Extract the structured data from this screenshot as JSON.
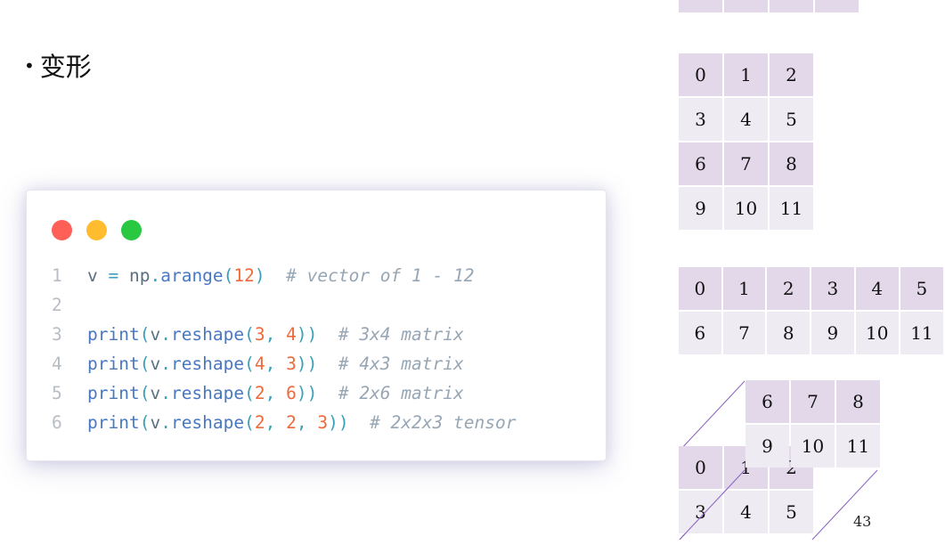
{
  "slide": {
    "bullet": "变形",
    "page_number": "43"
  },
  "code_window": {
    "lines": [
      {
        "num": "1",
        "tokens": [
          {
            "t": "v",
            "c": "id"
          },
          {
            "t": " = ",
            "c": "op"
          },
          {
            "t": "np",
            "c": "id"
          },
          {
            "t": ".",
            "c": "op"
          },
          {
            "t": "arange",
            "c": "fn"
          },
          {
            "t": "(",
            "c": "op"
          },
          {
            "t": "12",
            "c": "num"
          },
          {
            "t": ")",
            "c": "op"
          },
          {
            "t": "  # vector of 1 - 12",
            "c": "cm"
          }
        ]
      },
      {
        "num": "2",
        "tokens": []
      },
      {
        "num": "3",
        "tokens": [
          {
            "t": "print",
            "c": "fn"
          },
          {
            "t": "(",
            "c": "op"
          },
          {
            "t": "v",
            "c": "id"
          },
          {
            "t": ".",
            "c": "op"
          },
          {
            "t": "reshape",
            "c": "fn"
          },
          {
            "t": "(",
            "c": "op"
          },
          {
            "t": "3",
            "c": "num"
          },
          {
            "t": ", ",
            "c": "op"
          },
          {
            "t": "4",
            "c": "num"
          },
          {
            "t": "))",
            "c": "op"
          },
          {
            "t": "  # 3x4 matrix",
            "c": "cm"
          }
        ]
      },
      {
        "num": "4",
        "tokens": [
          {
            "t": "print",
            "c": "fn"
          },
          {
            "t": "(",
            "c": "op"
          },
          {
            "t": "v",
            "c": "id"
          },
          {
            "t": ".",
            "c": "op"
          },
          {
            "t": "reshape",
            "c": "fn"
          },
          {
            "t": "(",
            "c": "op"
          },
          {
            "t": "4",
            "c": "num"
          },
          {
            "t": ", ",
            "c": "op"
          },
          {
            "t": "3",
            "c": "num"
          },
          {
            "t": "))",
            "c": "op"
          },
          {
            "t": "  # 4x3 matrix",
            "c": "cm"
          }
        ]
      },
      {
        "num": "5",
        "tokens": [
          {
            "t": "print",
            "c": "fn"
          },
          {
            "t": "(",
            "c": "op"
          },
          {
            "t": "v",
            "c": "id"
          },
          {
            "t": ".",
            "c": "op"
          },
          {
            "t": "reshape",
            "c": "fn"
          },
          {
            "t": "(",
            "c": "op"
          },
          {
            "t": "2",
            "c": "num"
          },
          {
            "t": ", ",
            "c": "op"
          },
          {
            "t": "6",
            "c": "num"
          },
          {
            "t": "))",
            "c": "op"
          },
          {
            "t": "  # 2x6 matrix",
            "c": "cm"
          }
        ]
      },
      {
        "num": "6",
        "tokens": [
          {
            "t": "print",
            "c": "fn"
          },
          {
            "t": "(",
            "c": "op"
          },
          {
            "t": "v",
            "c": "id"
          },
          {
            "t": ".",
            "c": "op"
          },
          {
            "t": "reshape",
            "c": "fn"
          },
          {
            "t": "(",
            "c": "op"
          },
          {
            "t": "2",
            "c": "num"
          },
          {
            "t": ", ",
            "c": "op"
          },
          {
            "t": "2",
            "c": "num"
          },
          {
            "t": ", ",
            "c": "op"
          },
          {
            "t": "3",
            "c": "num"
          },
          {
            "t": "))",
            "c": "op"
          },
          {
            "t": "  # 2x2x3 tensor",
            "c": "cm"
          }
        ]
      }
    ]
  },
  "grids": {
    "grid_4x3": [
      [
        "0",
        "1",
        "2"
      ],
      [
        "3",
        "4",
        "5"
      ],
      [
        "6",
        "7",
        "8"
      ],
      [
        "9",
        "10",
        "11"
      ]
    ],
    "grid_2x6": [
      [
        "0",
        "1",
        "2",
        "3",
        "4",
        "5"
      ],
      [
        "6",
        "7",
        "8",
        "9",
        "10",
        "11"
      ]
    ],
    "tensor_back": [
      [
        "6",
        "7",
        "8"
      ],
      [
        "9",
        "10",
        "11"
      ]
    ],
    "tensor_front": [
      [
        "0",
        "1",
        "2"
      ],
      [
        "3",
        "4",
        "5"
      ]
    ]
  },
  "colors": {
    "highlight_row": "#e2d8ea",
    "plain_row": "#eeebf3",
    "dot_red": "#fe5f57",
    "dot_yellow": "#febc2e",
    "dot_green": "#28c840",
    "diagonal_line": "#8a62c0"
  }
}
